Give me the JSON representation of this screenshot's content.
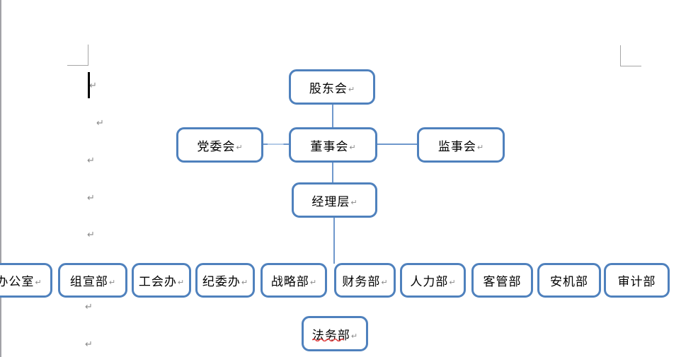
{
  "document": {
    "view": "print-layout",
    "paragraph_mark": "↵",
    "spellcheck_flagged_text": "法务"
  },
  "colors": {
    "box_border": "#4f81bd",
    "connector": "#6f98cc",
    "connector_light": "#b4cbe7",
    "margin_mark": "#a6a6a6",
    "window_edge": "#a2a2a7",
    "spellcheck": "#e03a3a",
    "mark_gray": "#8a8a8a"
  },
  "org_chart": {
    "nodes": {
      "shareholders": {
        "label": "股东会",
        "has_paragraph_mark": true
      },
      "party_committee": {
        "label": "党委会",
        "has_paragraph_mark": true
      },
      "board": {
        "label": "董事会",
        "has_paragraph_mark": true
      },
      "supervisors": {
        "label": "监事会",
        "has_paragraph_mark": true
      },
      "management": {
        "label": "经理层",
        "has_paragraph_mark": true
      },
      "dept_office": {
        "label": "办公室",
        "has_paragraph_mark": true
      },
      "dept_org_publicity": {
        "label": "组宣部",
        "has_paragraph_mark": true
      },
      "dept_union": {
        "label": "工会办",
        "has_paragraph_mark": true
      },
      "dept_discipline": {
        "label": "纪委办",
        "has_paragraph_mark": true
      },
      "dept_strategy": {
        "label": "战略部",
        "has_paragraph_mark": true
      },
      "dept_finance": {
        "label": "财务部",
        "has_paragraph_mark": true
      },
      "dept_hr": {
        "label": "人力部",
        "has_paragraph_mark": true
      },
      "dept_customer": {
        "label": "客管部",
        "has_paragraph_mark": false
      },
      "dept_security": {
        "label": "安机部",
        "has_paragraph_mark": false
      },
      "dept_audit": {
        "label": "审计部",
        "has_paragraph_mark": false
      },
      "dept_legal": {
        "label": "法务部",
        "has_paragraph_mark": true
      }
    },
    "edges": [
      {
        "from": "shareholders",
        "to": "board"
      },
      {
        "from": "party_committee",
        "to": "board"
      },
      {
        "from": "board",
        "to": "supervisors"
      },
      {
        "from": "board",
        "to": "management"
      },
      {
        "from": "management",
        "to": "departments_row"
      }
    ]
  }
}
